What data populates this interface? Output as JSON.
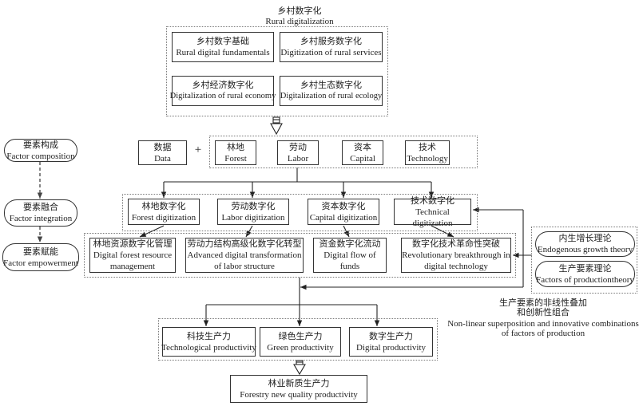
{
  "title": {
    "zh": "乡村数字化",
    "en": "Rural digitalization"
  },
  "rural": [
    {
      "zh": "乡村数字基础",
      "en": "Rural digital fundamentals"
    },
    {
      "zh": "乡村服务数字化",
      "en": "Digitization of rural services"
    },
    {
      "zh": "乡村经济数字化",
      "en": "Digitalization of rural economy"
    },
    {
      "zh": "乡村生态数字化",
      "en": "Digitalization of rural ecology"
    }
  ],
  "data_factor": {
    "zh": "数据",
    "en": "Data"
  },
  "plus": "+",
  "factors": [
    {
      "zh": "林地",
      "en": "Forest"
    },
    {
      "zh": "劳动",
      "en": "Labor"
    },
    {
      "zh": "资本",
      "en": "Capital"
    },
    {
      "zh": "技术",
      "en": "Technology"
    }
  ],
  "digitization": [
    {
      "zh": "林地数字化",
      "en": "Forest digitization"
    },
    {
      "zh": "劳动数字化",
      "en": "Labor digitization"
    },
    {
      "zh": "资本数字化",
      "en": "Capital digitization"
    },
    {
      "zh": "技术数字化",
      "en": "Technical digitization"
    }
  ],
  "outcomes": [
    {
      "zh": "林地资源数字化管理",
      "en1": "Digital forest resource",
      "en2": "management"
    },
    {
      "zh": "劳动力结构高级化数字化转型",
      "en1": "Advanced digital transformation",
      "en2": "of labor structure"
    },
    {
      "zh": "资金数字化流动",
      "en1": "Digital flow of funds",
      "en2": ""
    },
    {
      "zh": "数字化技术革命性突破",
      "en1": "Revolutionary breakthrough in",
      "en2": "digital technology"
    }
  ],
  "stages": [
    {
      "zh": "要素构成",
      "en": "Factor composition"
    },
    {
      "zh": "要素融合",
      "en": "Factor integration"
    },
    {
      "zh": "要素赋能",
      "en": "Factor empowerment"
    }
  ],
  "theories": [
    {
      "zh": "内生增长理论",
      "en": "Endogenous growth theory"
    },
    {
      "zh": "生产要素理论",
      "en": "Factors of productiontheory"
    }
  ],
  "caption": {
    "zh1": "生产要素的非线性叠加",
    "zh2": "和创新性组合",
    "en1": "Non-linear superposition and innovative combinations",
    "en2": "of factors of production"
  },
  "productivity": [
    {
      "zh": "科技生产力",
      "en": "Technological productivity"
    },
    {
      "zh": "绿色生产力",
      "en": "Green productivity"
    },
    {
      "zh": "数字生产力",
      "en": "Digital productivity"
    }
  ],
  "final": {
    "zh": "林业新质生产力",
    "en": "Forestry new quality productivity"
  }
}
